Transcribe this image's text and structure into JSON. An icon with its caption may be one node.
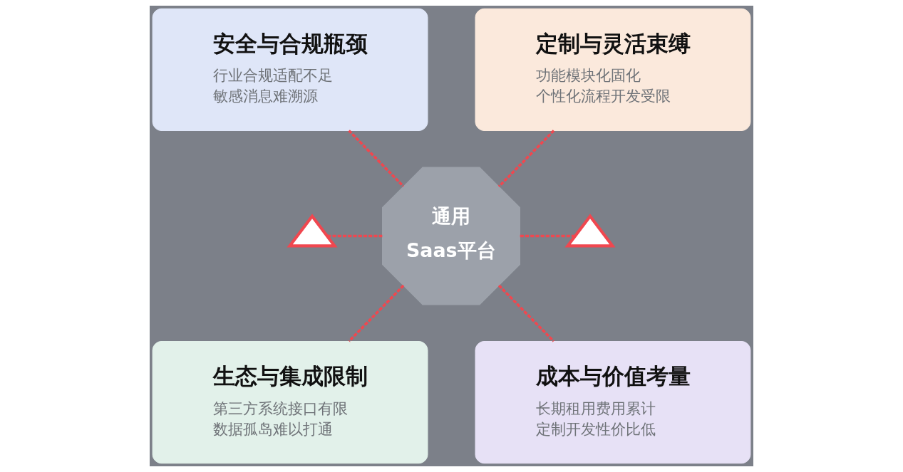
{
  "diagram": {
    "nodes": [
      {
        "text": [
          "安全与合规瓶颈",
          "行业合规适配不足",
          "敏感消息难溯源"
        ]
      },
      {
        "text": [
          "定制与灵活束缚",
          "功能模块化固化",
          "个性化流程开发受限"
        ]
      },
      {
        "text": [],
        "shape": "triangle"
      },
      {
        "text": [
          "通用",
          "Saas平台"
        ]
      },
      {
        "text": [],
        "shape": "triangle"
      },
      {
        "text": [
          "生态与集成限制",
          "第三方系统接口有限",
          "数据孤岛难以打通"
        ]
      },
      {
        "text": [
          "成本与价值考量",
          "长期租用费用累计",
          "定制开发性价比低"
        ]
      }
    ],
    "edges": [
      {
        "from": 0,
        "to": 3,
        "arrow": "none",
        "style": "dashed"
      },
      {
        "from": 1,
        "to": 3,
        "arrow": "none",
        "style": "dashed"
      },
      {
        "from": 2,
        "to": 3,
        "arrow": "none",
        "style": "dashed"
      },
      {
        "from": 3,
        "to": 4,
        "arrow": "none",
        "style": "dashed"
      },
      {
        "from": 3,
        "to": 5,
        "arrow": "none",
        "style": "dashed"
      },
      {
        "from": 3,
        "to": 6,
        "arrow": "none",
        "style": "dashed"
      }
    ]
  }
}
